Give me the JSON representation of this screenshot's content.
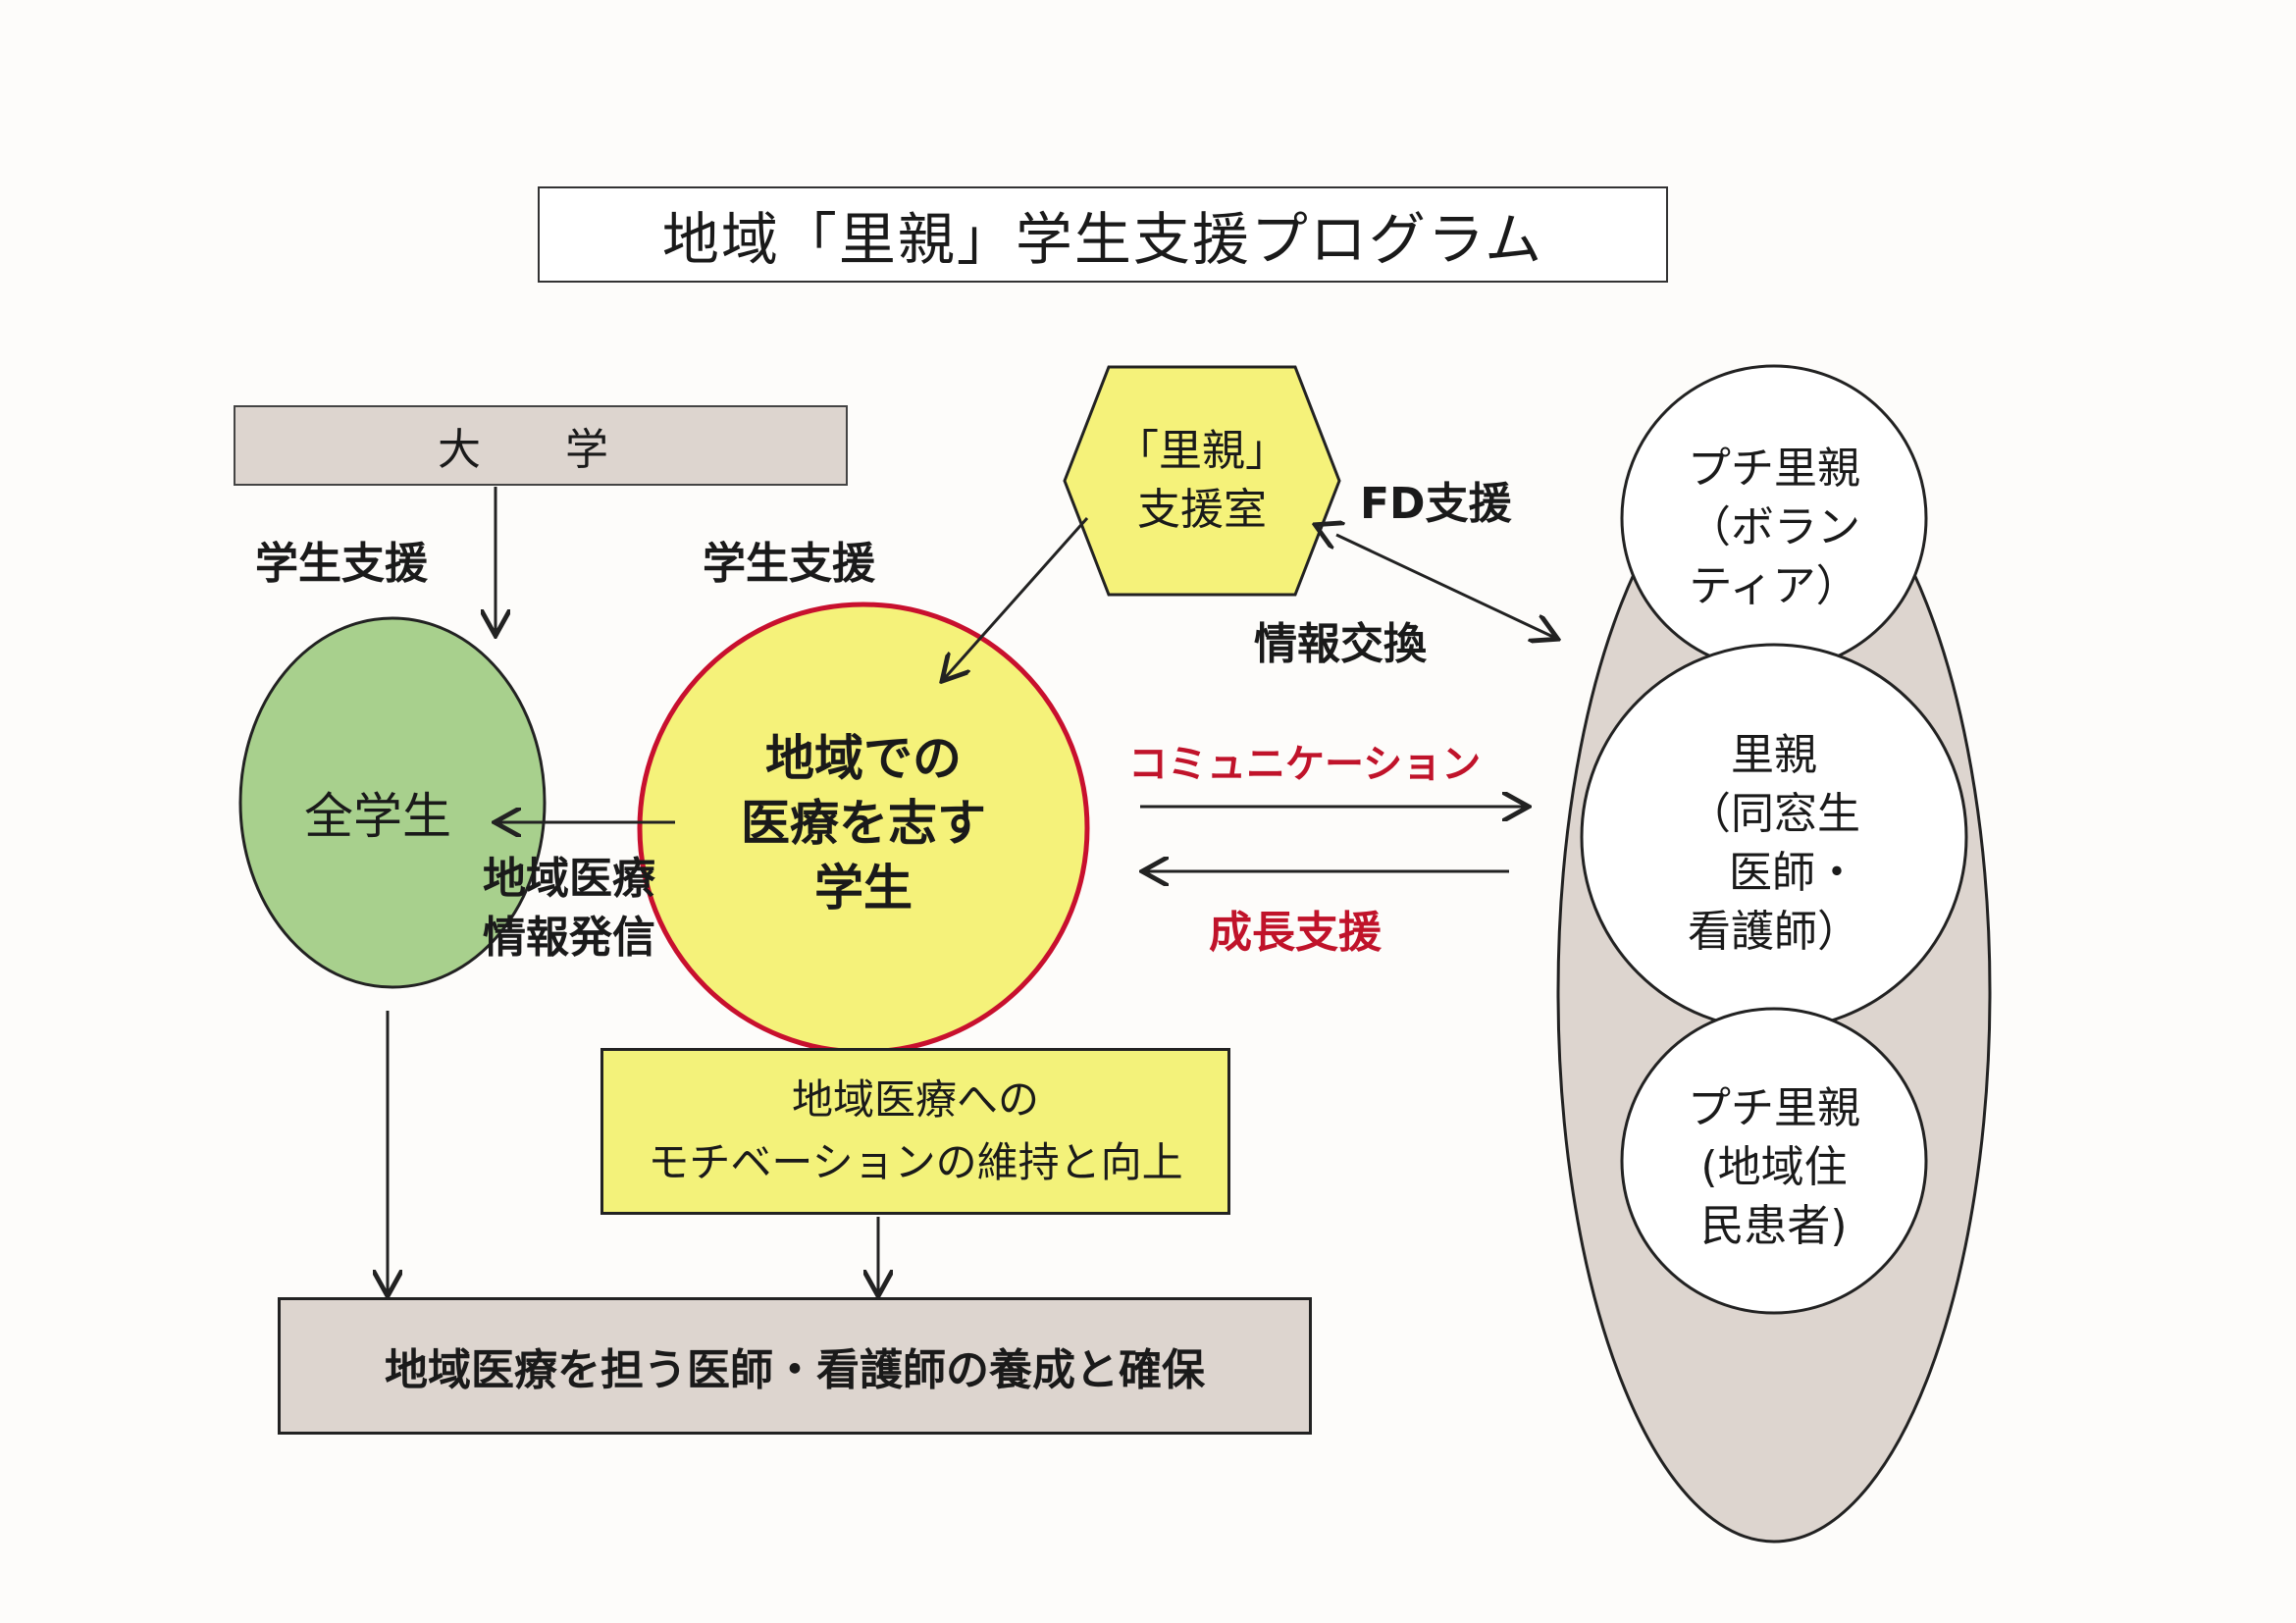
{
  "title": "地域「里親」学生支援プログラム",
  "university": "大 学",
  "support_office": {
    "line1": "「里親」",
    "line2": "支援室"
  },
  "all_students": "全学生",
  "target_student": {
    "line1": "地域での",
    "line2": "医療を志す",
    "line3": "学生"
  },
  "satooya_groups": {
    "top": {
      "line1": "プチ里親",
      "line2": "（ボラン",
      "line3": "ティア）"
    },
    "middle": {
      "line1": "里親",
      "line2": "（同窓生",
      "line3": "医師・",
      "line4": "看護師）"
    },
    "bottom": {
      "line1": "プチ里親",
      "line2": "(地域住",
      "line3": "民患者)"
    }
  },
  "labels": {
    "student_support_left": "学生支援",
    "student_support_center": "学生支援",
    "fd_support": "FD支援",
    "info_exchange": "情報交換",
    "communication": "コミュニケーション",
    "growth_support": "成長支援",
    "regional_info": {
      "line1": "地域医療",
      "line2": "情報発信"
    }
  },
  "motivation": {
    "line1": "地域医療への",
    "line2": "モチベーションの維持と向上"
  },
  "goal": "地域医療を担う医師・看護師の養成と確保",
  "colors": {
    "yellow_fill": "#f3f27a",
    "red_outline": "#c8102e",
    "green_fill": "#a8d08d",
    "beige_fill": "#ddd5cf",
    "accent_red_text": "#c0132a"
  }
}
